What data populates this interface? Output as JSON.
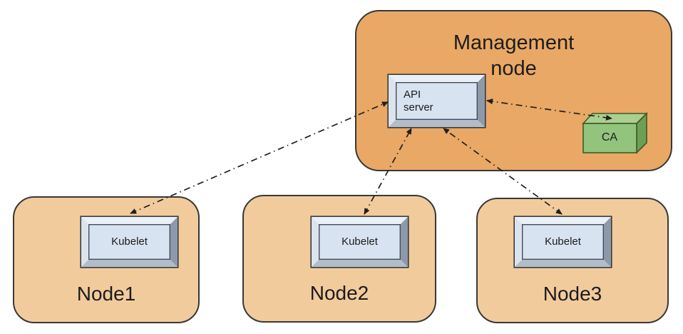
{
  "diagram": {
    "management_node": {
      "label": "Management\nnode",
      "api_server_label": "API\nserver",
      "ca_label": "CA"
    },
    "nodes": [
      {
        "label": "Node1",
        "component_label": "Kubelet"
      },
      {
        "label": "Node2",
        "component_label": "Kubelet"
      },
      {
        "label": "Node3",
        "component_label": "Kubelet"
      }
    ],
    "connections": [
      {
        "from": "Kubelet (Node1)",
        "to": "API server",
        "style": "dash-dot",
        "bidirectional": true
      },
      {
        "from": "Kubelet (Node2)",
        "to": "API server",
        "style": "dash-dot",
        "bidirectional": true
      },
      {
        "from": "Kubelet (Node3)",
        "to": "API server",
        "style": "dash-dot",
        "bidirectional": true
      },
      {
        "from": "API server",
        "to": "CA",
        "style": "dash-dot",
        "bidirectional": true
      }
    ],
    "colors": {
      "management_fill": "#e9a865",
      "node_fill": "#f2cb9d",
      "box_face": "#d8e3f1",
      "ca_front": "#93c47d",
      "ca_top": "#aad08f",
      "ca_side": "#6f9e55",
      "outline": "#383838",
      "arrow": "#1f1f1f",
      "background": "#ffffff"
    }
  }
}
